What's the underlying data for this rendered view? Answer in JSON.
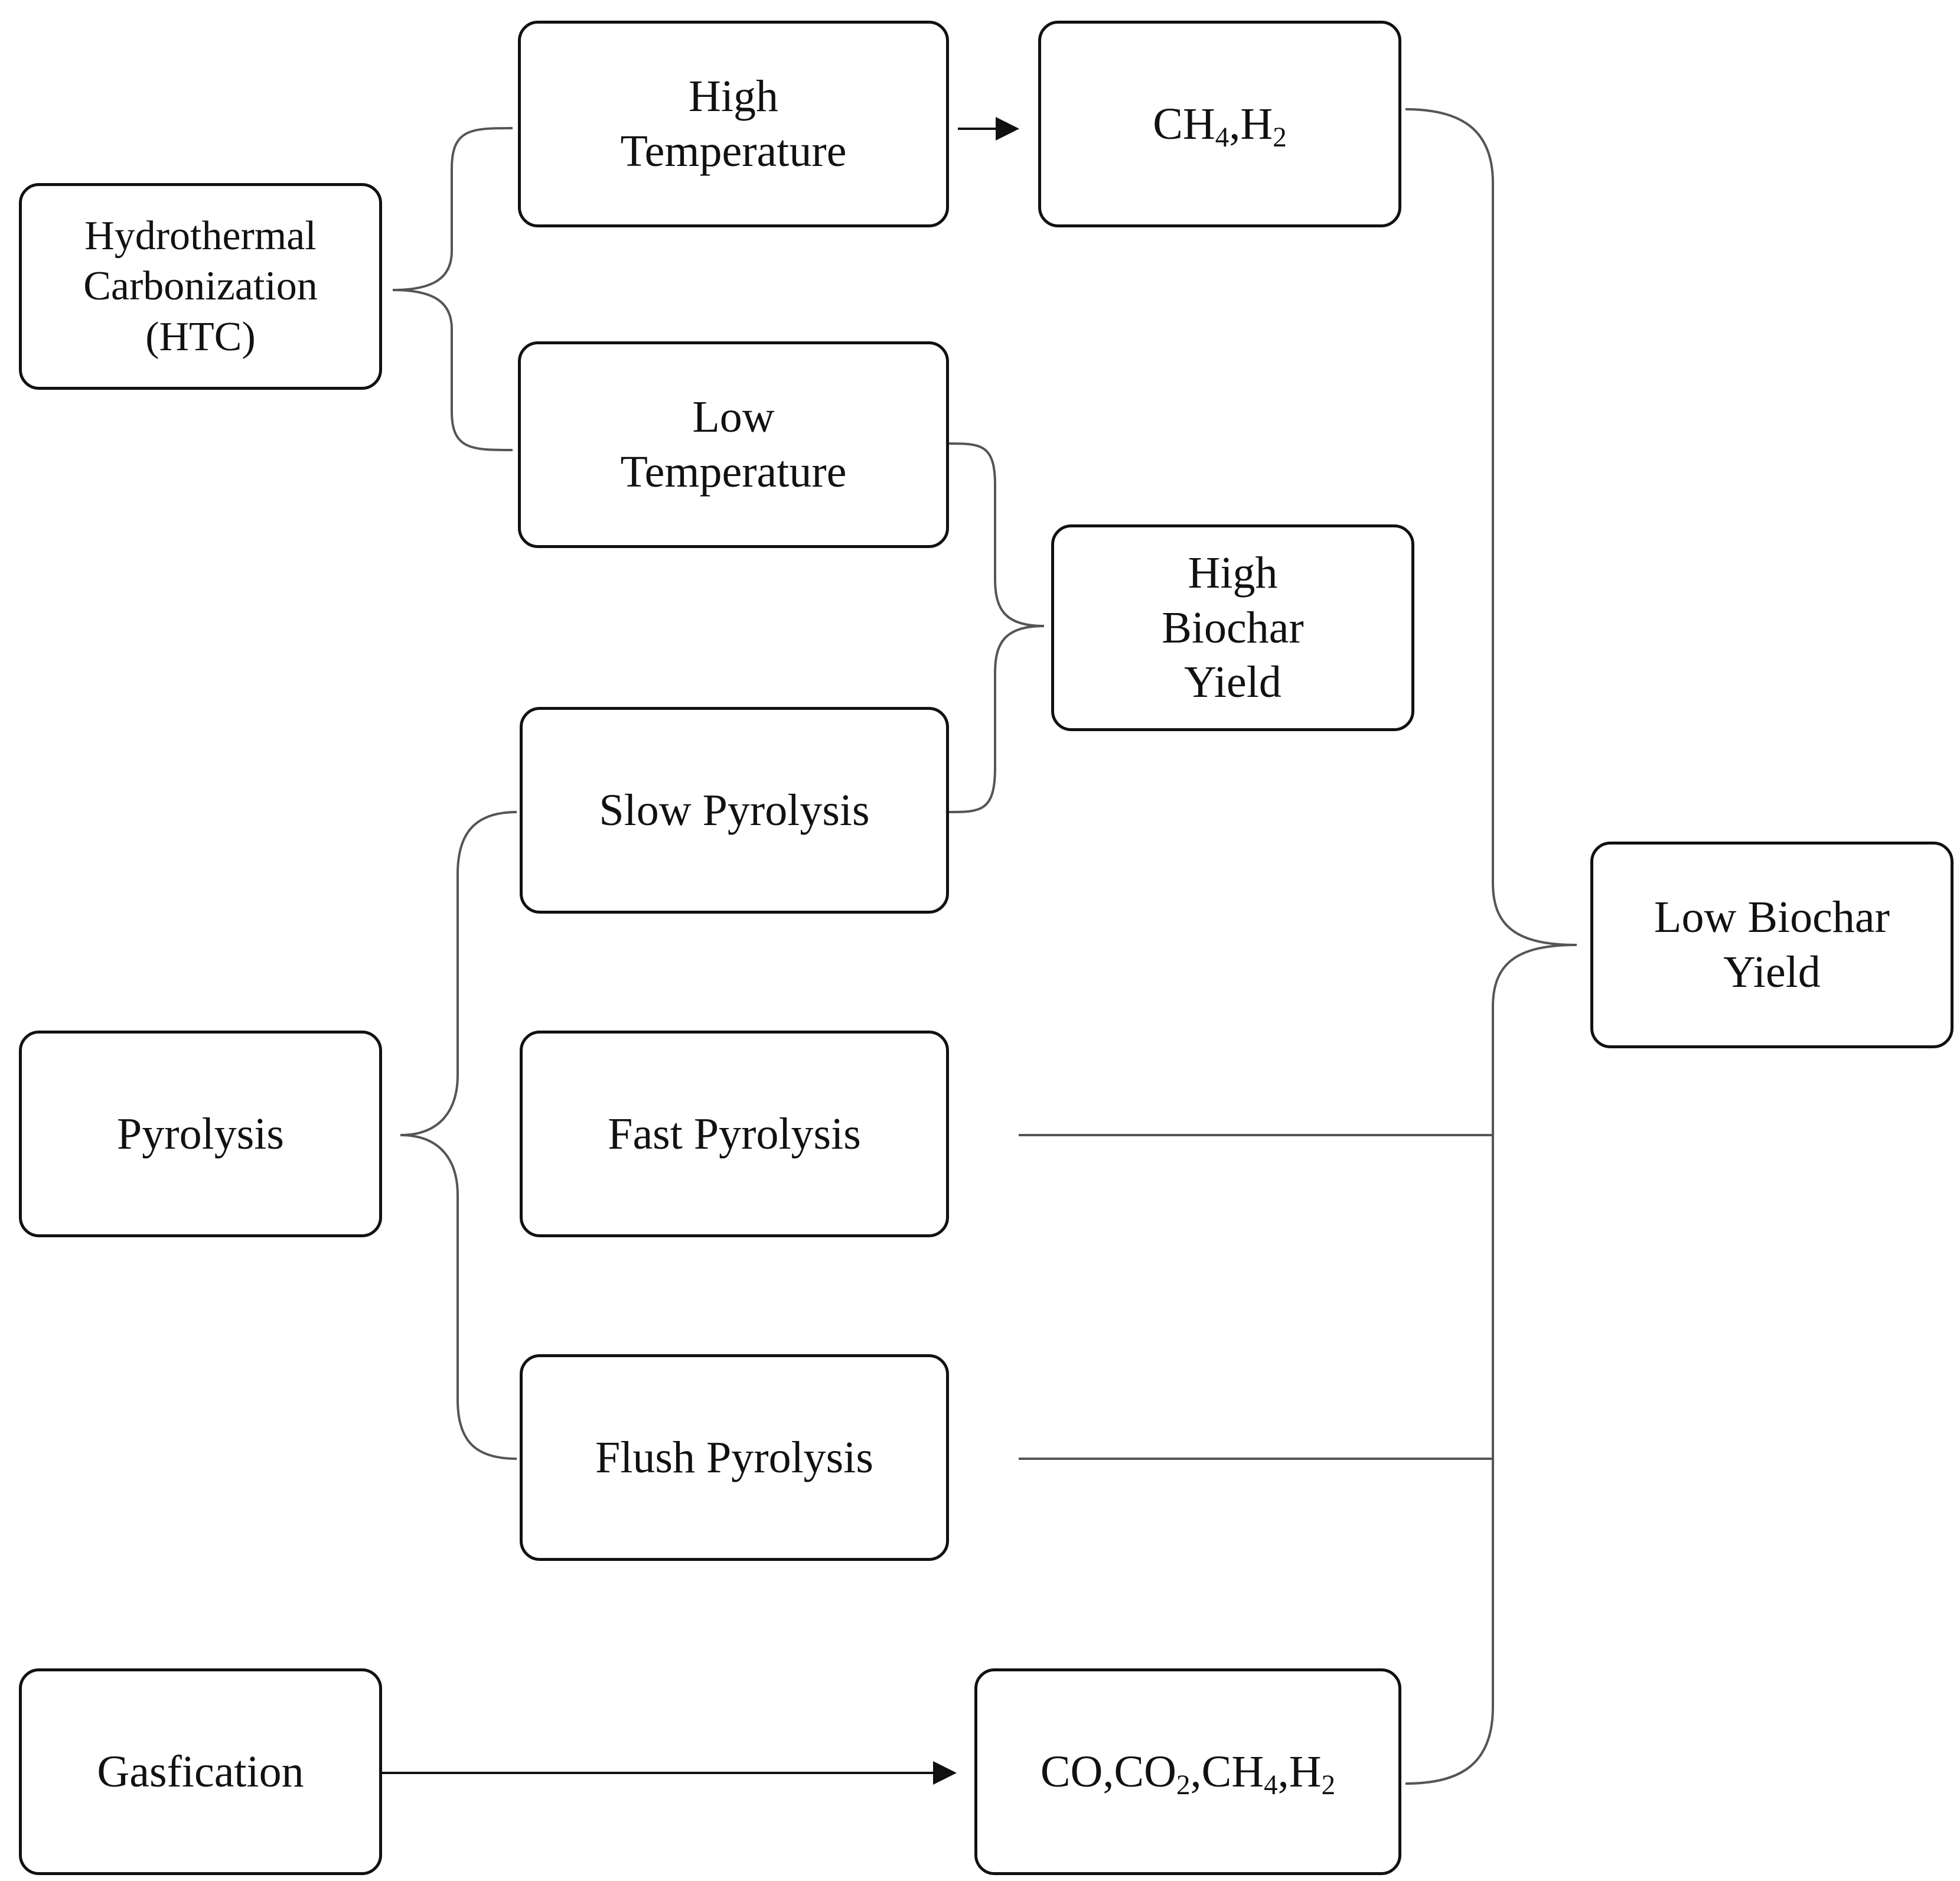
{
  "diagram": {
    "nodes": {
      "htc": {
        "lines": [
          "Hydrothermal",
          "Carbonization",
          "(HTC)"
        ]
      },
      "high_temp": {
        "lines": [
          "High",
          "Temperature"
        ]
      },
      "low_temp": {
        "lines": [
          "Low",
          "Temperature"
        ]
      },
      "ch4_h2": {
        "parts": [
          "CH",
          "4",
          ",H",
          "2"
        ]
      },
      "high_biochar": {
        "lines": [
          "High",
          "Biochar",
          "Yield"
        ]
      },
      "low_biochar": {
        "lines": [
          "Low Biochar",
          "Yield"
        ]
      },
      "slow_pyrolysis": {
        "label": "Slow Pyrolysis"
      },
      "pyrolysis": {
        "label": "Pyrolysis"
      },
      "fast_pyrolysis": {
        "label": "Fast Pyrolysis"
      },
      "flush_pyrolysis": {
        "label": "Flush Pyrolysis"
      },
      "gasfication": {
        "label": "Gasfication"
      },
      "gas_mix": {
        "parts": [
          "CO,CO",
          "2",
          ",CH",
          "4",
          ",H",
          "2"
        ]
      }
    },
    "edges": [
      {
        "from": "Hydrothermal Carbonization (HTC)",
        "to": "High Temperature"
      },
      {
        "from": "Hydrothermal Carbonization (HTC)",
        "to": "Low Temperature"
      },
      {
        "from": "High Temperature",
        "to": "CH4,H2"
      },
      {
        "from": "Low Temperature",
        "to": "High Biochar Yield"
      },
      {
        "from": "Slow Pyrolysis",
        "to": "High Biochar Yield"
      },
      {
        "from": "Pyrolysis",
        "to": "Slow Pyrolysis"
      },
      {
        "from": "Pyrolysis",
        "to": "Fast Pyrolysis"
      },
      {
        "from": "Pyrolysis",
        "to": "Flush Pyrolysis"
      },
      {
        "from": "CH4,H2",
        "to": "Low Biochar Yield"
      },
      {
        "from": "Fast Pyrolysis",
        "to": "Low Biochar Yield"
      },
      {
        "from": "Flush Pyrolysis",
        "to": "Low Biochar Yield"
      },
      {
        "from": "CO,CO2,CH4,H2",
        "to": "Low Biochar Yield"
      },
      {
        "from": "Gasfication",
        "to": "CO,CO2,CH4,H2"
      }
    ],
    "colors": {
      "line": "#111111",
      "connector": "#555555",
      "background": "#ffffff"
    }
  }
}
